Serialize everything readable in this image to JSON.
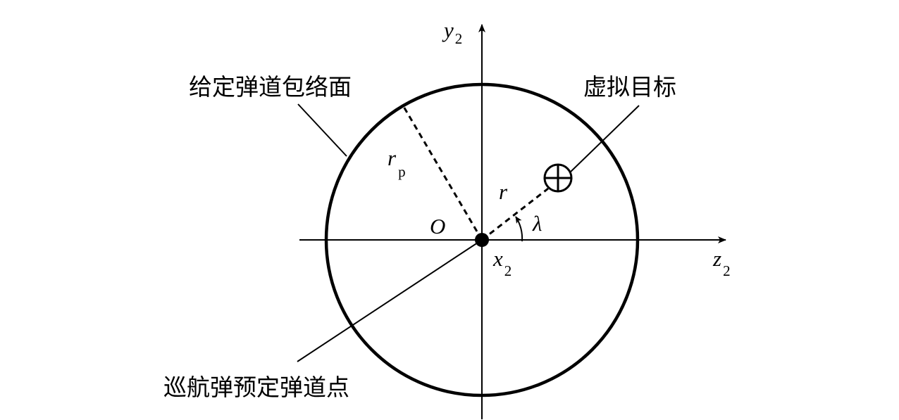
{
  "labels": {
    "envelope": "给定弹道包络面",
    "virtual_target": "虚拟目标",
    "planned_point": "巡航弹预定弹道点",
    "origin": "O",
    "r_p": "r",
    "r_p_sub": "p",
    "r": "r",
    "lambda": "λ",
    "y_axis": "y",
    "y_axis_sub": "2",
    "z_axis": "z",
    "z_axis_sub": "2",
    "x_axis": "x",
    "x_axis_sub": "2"
  },
  "colors": {
    "stroke": "#000000",
    "background": "#ffffff"
  },
  "icons": {
    "target_marker": "circled-plus-icon",
    "origin_marker": "filled-dot-icon"
  }
}
